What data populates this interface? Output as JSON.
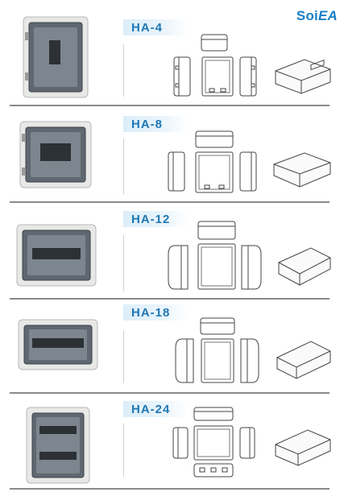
{
  "brand": {
    "part1": "Soi",
    "part2": "EA"
  },
  "colors": {
    "brand": "#1b7fc4",
    "label": "#1f78b4",
    "divider": "#8a8a8a"
  },
  "models": [
    {
      "label": "HA-4"
    },
    {
      "label": "HA-8"
    },
    {
      "label": "HA-12"
    },
    {
      "label": "HA-18"
    },
    {
      "label": "HA-24"
    }
  ]
}
